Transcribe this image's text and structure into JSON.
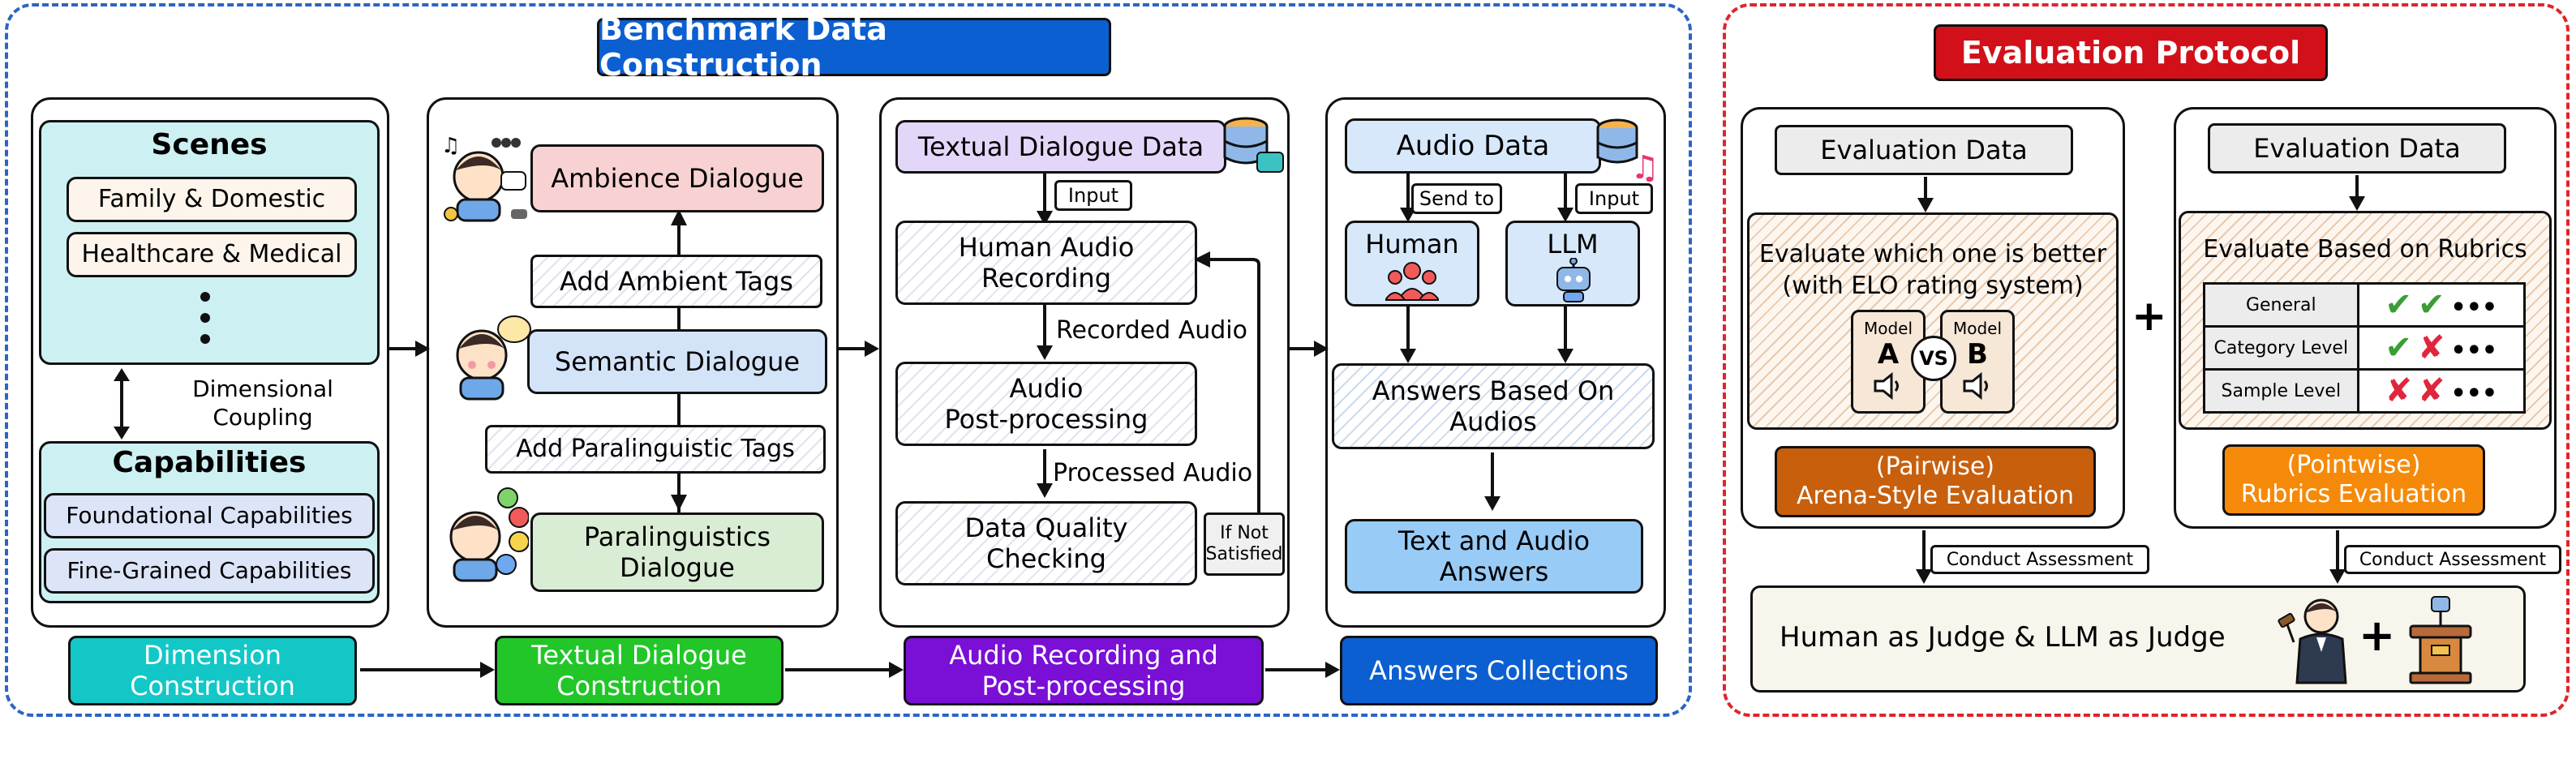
{
  "benchmark": {
    "title": "Benchmark Data Construction",
    "title_color": "#0b5fd1",
    "dimension": {
      "scenes_title": "Scenes",
      "scenes": [
        "Family & Domestic",
        "Healthcare & Medical"
      ],
      "scenes_more": "⋮",
      "coupling_label": "Dimensional\nCoupling",
      "capabilities_title": "Capabilities",
      "capabilities": [
        "Foundational Capabilities",
        "Fine-Grained Capabilities"
      ]
    },
    "textual": {
      "ambience": "Ambience Dialogue",
      "add_ambient": "Add Ambient Tags",
      "semantic": "Semantic Dialogue",
      "add_para": "Add Paralinguistic Tags",
      "paralinguistics": "Paralinguistics\nDialogue"
    },
    "audio": {
      "textual_data": "Textual Dialogue Data",
      "input_tag": "Input",
      "human_recording": "Human Audio\nRecording",
      "recorded": "Recorded Audio",
      "post_processing": "Audio\nPost-processing",
      "processed": "Processed Audio",
      "quality": "Data Quality\nChecking",
      "if_not": "If Not\nSatisfied"
    },
    "answers": {
      "audio_data": "Audio Data",
      "send_to": "Send to",
      "input_tag": "Input",
      "human": "Human",
      "llm": "LLM",
      "answers_based": "Answers Based On\nAudios",
      "text_audio": "Text and Audio\nAnswers"
    },
    "stages": [
      {
        "label": "Dimension\nConstruction",
        "color": "#13c7c7"
      },
      {
        "label": "Textual Dialogue\nConstruction",
        "color": "#22c629"
      },
      {
        "label": "Audio Recording and\nPost-processing",
        "color": "#7a0fd6"
      },
      {
        "label": "Answers Collections",
        "color": "#0b5fd1"
      }
    ]
  },
  "evaluation": {
    "title": "Evaluation Protocol",
    "title_color": "#d2101a",
    "pairwise": {
      "eval_data": "Evaluation Data",
      "question": "Evaluate which one is better\n(with ELO rating system)",
      "model_a_label": "Model",
      "model_a": "A",
      "vs": "VS",
      "model_b_label": "Model",
      "model_b": "B",
      "method": "(Pairwise)\nArena-Style Evaluation",
      "method_color": "#c75f0d"
    },
    "plus": "+",
    "pointwise": {
      "eval_data": "Evaluation Data",
      "question": "Evaluate Based on Rubrics",
      "rubrics": [
        {
          "name": "General",
          "marks": [
            "check",
            "check"
          ]
        },
        {
          "name": "Category Level",
          "marks": [
            "check",
            "cross"
          ]
        },
        {
          "name": "Sample Level",
          "marks": [
            "cross",
            "cross"
          ]
        }
      ],
      "more": "•••",
      "method": "(Pointwise)\nRubrics Evaluation",
      "method_color": "#f58a0a"
    },
    "conduct_left": "Conduct Assessment",
    "conduct_right": "Conduct Assessment",
    "judge": "Human as Judge & LLM as Judge",
    "judge_plus": "+"
  },
  "icons": [
    "database-icon",
    "music-note-icon",
    "person-icon",
    "robot-icon",
    "people-icon",
    "speaker-icon",
    "judge-icon",
    "podium-icon"
  ]
}
